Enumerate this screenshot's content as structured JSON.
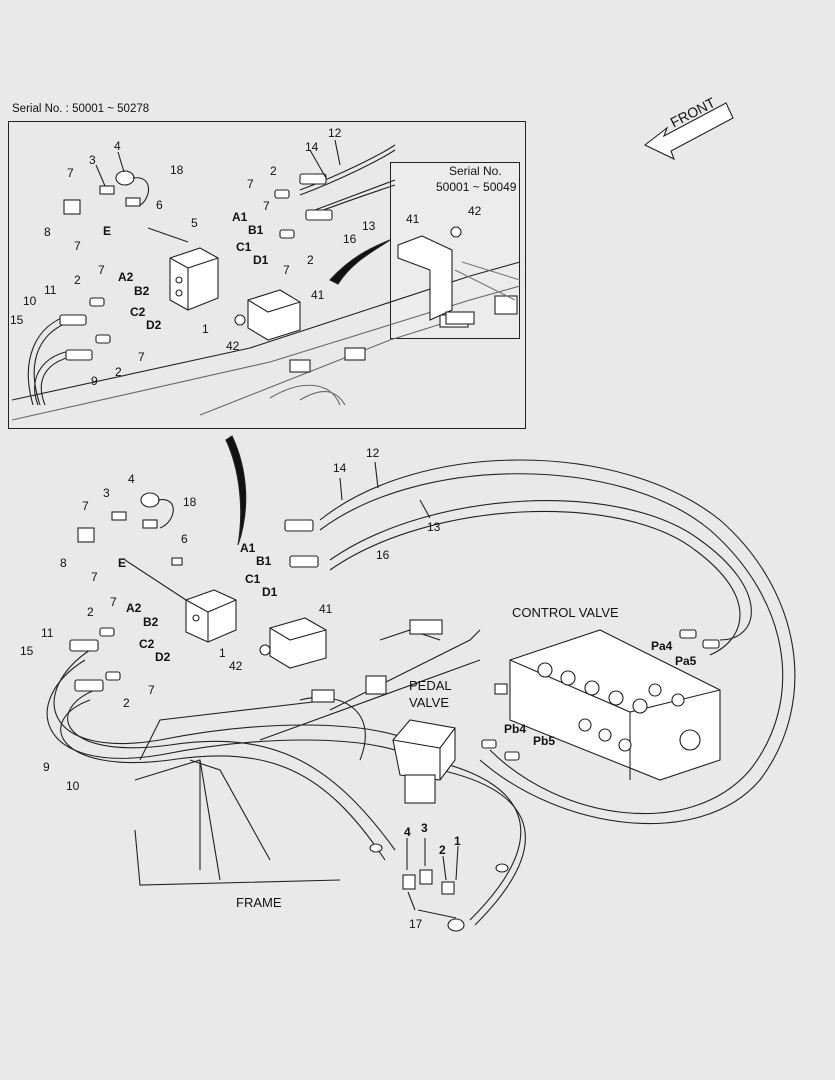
{
  "header": {
    "serial": "Serial No. : 50001 ~ 50278"
  },
  "inset": {
    "serial_line1": "Serial No.",
    "serial_line2": "50001 ~ 50049"
  },
  "front_label": "FRONT",
  "captions": {
    "control_valve": "CONTROL VALVE",
    "pedal_line1": "PEDAL",
    "pedal_line2": "VALVE",
    "frame": "FRAME"
  },
  "colors": {
    "background": "#e9e9e9",
    "line": "#222222"
  },
  "callouts_top": {
    "n12": "12",
    "n14": "14",
    "n4": "4",
    "n3": "3",
    "n18": "18",
    "n7a": "7",
    "n7b": "7",
    "n8": "8",
    "n7c": "7",
    "n6": "6",
    "n5": "5",
    "nE": "E",
    "n2a": "2",
    "n7d": "7",
    "nA1": "A1",
    "nB1": "B1",
    "nC1": "C1",
    "nD1": "D1",
    "n7e": "7",
    "n2b": "2",
    "n16": "16",
    "n13": "13",
    "n2c": "2",
    "n7f": "7",
    "nA2": "A2",
    "nB2": "B2",
    "n10": "10",
    "n11": "11",
    "n15": "15",
    "nC2": "C2",
    "nD2": "D2",
    "n7g": "7",
    "n9": "9",
    "n2d": "2",
    "n1": "1",
    "n41a": "41",
    "n42a": "42",
    "n41b": "41",
    "n42b": "42"
  },
  "callouts_main": {
    "n12": "12",
    "n14": "14",
    "n13": "13",
    "n4": "4",
    "n3": "3",
    "n18": "18",
    "n7a": "7",
    "n8": "8",
    "n7b": "7",
    "n6": "6",
    "nE": "E",
    "nA1": "A1",
    "nB1": "B1",
    "nC1": "C1",
    "nD1": "D1",
    "n16": "16",
    "n2a": "2",
    "n7c": "7",
    "nA2": "A2",
    "nB2": "B2",
    "n11": "11",
    "n15": "15",
    "nC2": "C2",
    "nD2": "D2",
    "n7d": "7",
    "n2b": "2",
    "n1": "1",
    "n41": "41",
    "n42": "42",
    "n9": "9",
    "n10": "10",
    "nPa4": "Pa4",
    "nPa5": "Pa5",
    "nPb4": "Pb4",
    "nPb5": "Pb5",
    "p4": "4",
    "p3": "3",
    "p2": "2",
    "p1": "1",
    "n17": "17"
  }
}
